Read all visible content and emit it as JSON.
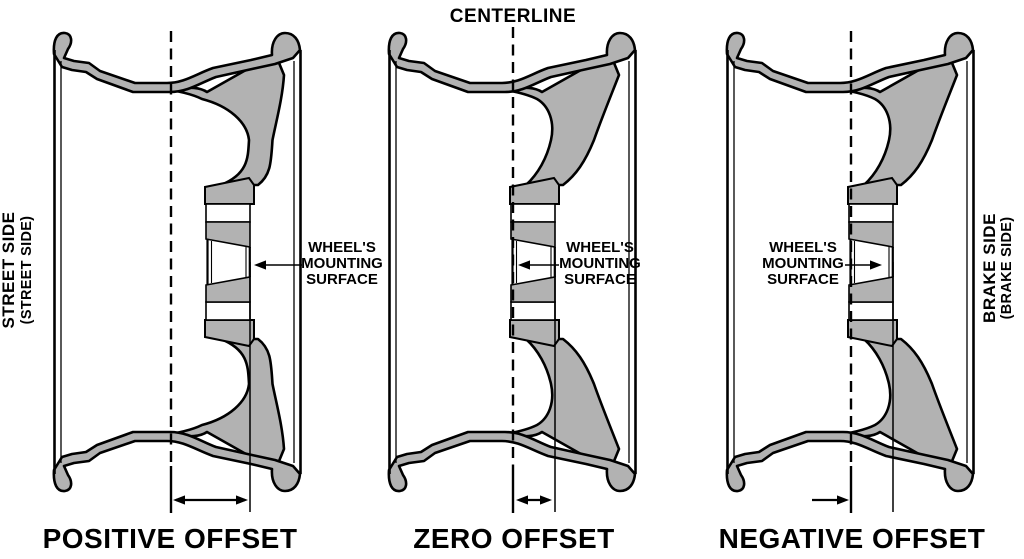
{
  "title": {
    "centerline": "CENTERLINE"
  },
  "side_labels": {
    "left_primary": "STREET SIDE",
    "left_secondary": "(STREET SIDE)",
    "right_primary": "BRAKE SIDE",
    "right_secondary": "(BRAKE SIDE)"
  },
  "mounting_label": {
    "line1": "WHEEL'S",
    "line2": "MOUNTING",
    "line3": "SURFACE"
  },
  "wheels": [
    {
      "id": "positive",
      "caption": "POSITIVE OFFSET"
    },
    {
      "id": "zero",
      "caption": "ZERO OFFSET"
    },
    {
      "id": "negative",
      "caption": "NEGATIVE OFFSET"
    }
  ],
  "colors": {
    "background": "#ffffff",
    "wheel_fill": "#b2b2b2",
    "outline": "#000000"
  }
}
